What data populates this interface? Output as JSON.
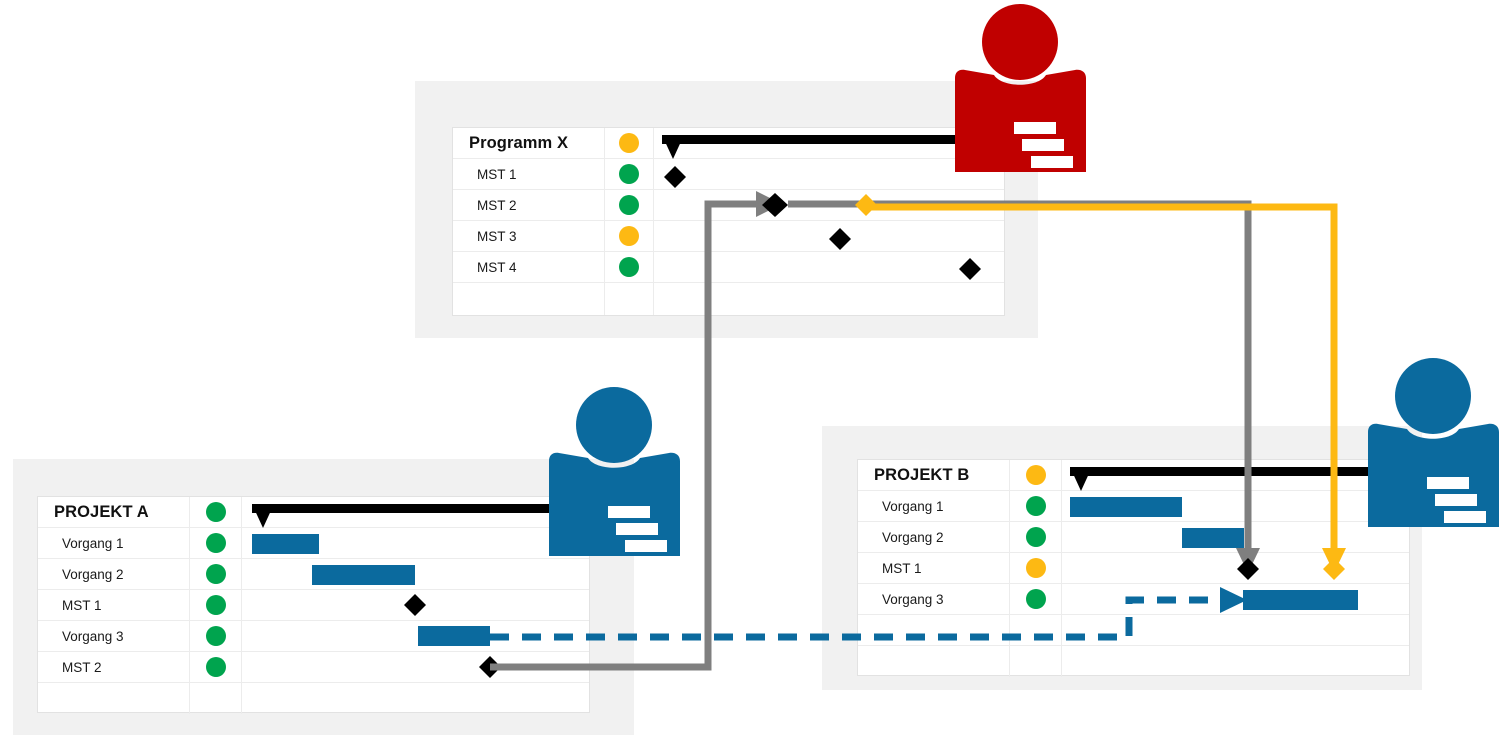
{
  "diagram": {
    "title_semantic": "program-project-milestone-dependency-gantt",
    "colors": {
      "status_green": "#00a44e",
      "status_amber": "#fdb913",
      "task_bar_blue": "#0b6a9e",
      "summary_black": "#000000",
      "connector_gray": "#7f7f7f",
      "connector_yellow": "#fdb913",
      "connector_blue_dashed": "#0b6a9e",
      "person_red": "#c00000",
      "person_blue": "#0b6a9e",
      "panel_gray": "#f1f1f1",
      "table_white": "#ffffff",
      "grid_line": "#ececec"
    }
  },
  "tables": {
    "program_x": {
      "name": "Programm X",
      "rows": [
        {
          "label": "Programm X",
          "status": "amber",
          "type": "summary"
        },
        {
          "label": "MST 1",
          "status": "green",
          "type": "milestone"
        },
        {
          "label": "MST 2",
          "status": "green",
          "type": "milestone"
        },
        {
          "label": "MST 3",
          "status": "amber",
          "type": "milestone"
        },
        {
          "label": "MST 4",
          "status": "green",
          "type": "milestone"
        },
        {
          "label": "",
          "status": "",
          "type": "empty"
        }
      ]
    },
    "projekt_a": {
      "name": "PROJEKT A",
      "rows": [
        {
          "label": "PROJEKT A",
          "status": "green",
          "type": "summary"
        },
        {
          "label": "Vorgang 1",
          "status": "green",
          "type": "task"
        },
        {
          "label": "Vorgang 2",
          "status": "green",
          "type": "task"
        },
        {
          "label": "MST 1",
          "status": "green",
          "type": "milestone"
        },
        {
          "label": "Vorgang 3",
          "status": "green",
          "type": "task"
        },
        {
          "label": "MST 2",
          "status": "green",
          "type": "milestone"
        },
        {
          "label": "",
          "status": "",
          "type": "empty"
        }
      ]
    },
    "projekt_b": {
      "name": "PROJEKT B",
      "rows": [
        {
          "label": "PROJEKT B",
          "status": "amber",
          "type": "summary"
        },
        {
          "label": "Vorgang 1",
          "status": "green",
          "type": "task"
        },
        {
          "label": "Vorgang 2",
          "status": "green",
          "type": "task"
        },
        {
          "label": "MST 1",
          "status": "amber",
          "type": "milestone"
        },
        {
          "label": "Vorgang 3",
          "status": "green",
          "type": "task"
        },
        {
          "label": "",
          "status": "",
          "type": "empty"
        },
        {
          "label": "",
          "status": "",
          "type": "empty"
        }
      ]
    }
  },
  "people": [
    {
      "id": "program-manager",
      "color": "#c00000",
      "attached_to": "Programm X"
    },
    {
      "id": "project-manager-a",
      "color": "#0b6a9e",
      "attached_to": "PROJEKT A"
    },
    {
      "id": "project-manager-b",
      "color": "#0b6a9e",
      "attached_to": "PROJEKT B"
    }
  ],
  "connectors": [
    {
      "id": "gray-a-mst2-to-program-mst2",
      "color": "#7f7f7f",
      "style": "solid",
      "from": "PROJEKT A / MST 2",
      "to": "Programm X / MST 2"
    },
    {
      "id": "gray-program-mst2-to-b-mst1",
      "color": "#7f7f7f",
      "style": "solid",
      "from": "Programm X / MST 2",
      "to": "PROJEKT B / MST 1"
    },
    {
      "id": "yellow-program-mst2-to-b-mst1",
      "color": "#fdb913",
      "style": "solid",
      "from": "Programm X / MST 2",
      "to": "PROJEKT B / MST 1"
    },
    {
      "id": "blue-dashed-a-vorgang3-to-b-vorgang3",
      "color": "#0b6a9e",
      "style": "dashed",
      "from": "PROJEKT A / Vorgang 3",
      "to": "PROJEKT B / Vorgang 3"
    }
  ]
}
